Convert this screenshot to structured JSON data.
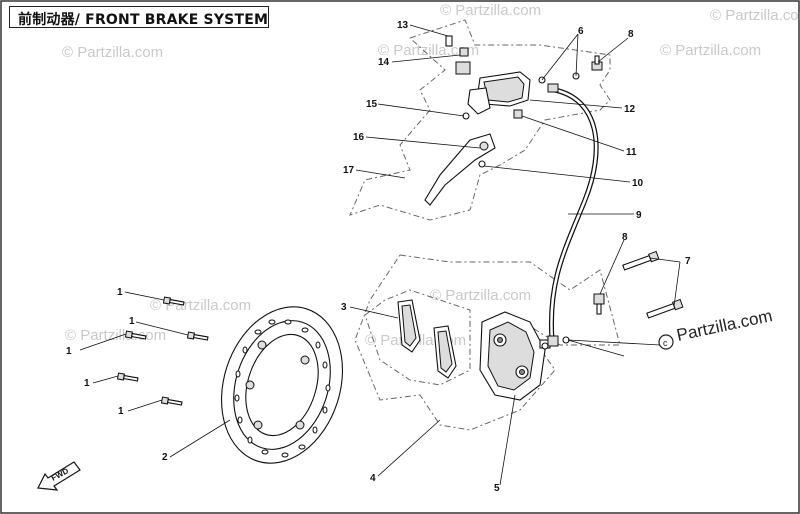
{
  "title": "前制动器/ FRONT BRAKE SYSTEM",
  "watermark": "© Partzilla.com",
  "watermark_brand": "Partzilla.com",
  "fwd_label": "FWD",
  "callouts": [
    "1",
    "1",
    "1",
    "1",
    "1",
    "2",
    "3",
    "4",
    "5",
    "6",
    "7",
    "8",
    "8",
    "9",
    "10",
    "11",
    "12",
    "13",
    "14",
    "15",
    "16",
    "17"
  ]
}
